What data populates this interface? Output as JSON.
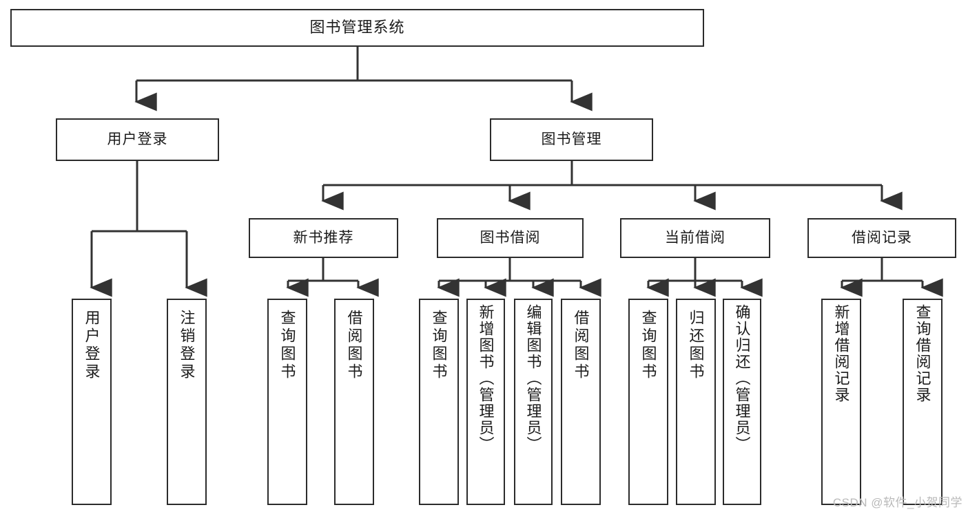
{
  "diagram": {
    "title": "图书管理系统",
    "type": "tree",
    "watermark": "CSDN @软件_小贺同学",
    "colors": {
      "box_border": "#2b2b2b",
      "box_fill": "#ffffff",
      "connector": "#333333",
      "text": "#1b1b1b",
      "watermark": "#b9b9b9",
      "background": "#ffffff"
    },
    "nodes": {
      "root": {
        "label": "图书管理系统"
      },
      "level2": [
        {
          "label": "用户登录"
        },
        {
          "label": "图书管理"
        }
      ],
      "level3": [
        {
          "label": "新书推荐"
        },
        {
          "label": "图书借阅"
        },
        {
          "label": "当前借阅"
        },
        {
          "label": "借阅记录"
        }
      ],
      "leaves": {
        "user_login": [
          {
            "label": "用户登录"
          },
          {
            "label": "注销登录"
          }
        ],
        "new_book_recommend": [
          {
            "label": "查询图书"
          },
          {
            "label": "借阅图书"
          }
        ],
        "book_borrow": [
          {
            "label": "查询图书"
          },
          {
            "label": "新增图书（管理员）"
          },
          {
            "label": "编辑图书（管理员）"
          },
          {
            "label": "借阅图书"
          }
        ],
        "current_borrow": [
          {
            "label": "查询图书"
          },
          {
            "label": "归还图书"
          },
          {
            "label": "确认归还（管理员）"
          }
        ],
        "borrow_record": [
          {
            "label": "新增借阅记录"
          },
          {
            "label": "查询借阅记录"
          }
        ]
      }
    }
  }
}
